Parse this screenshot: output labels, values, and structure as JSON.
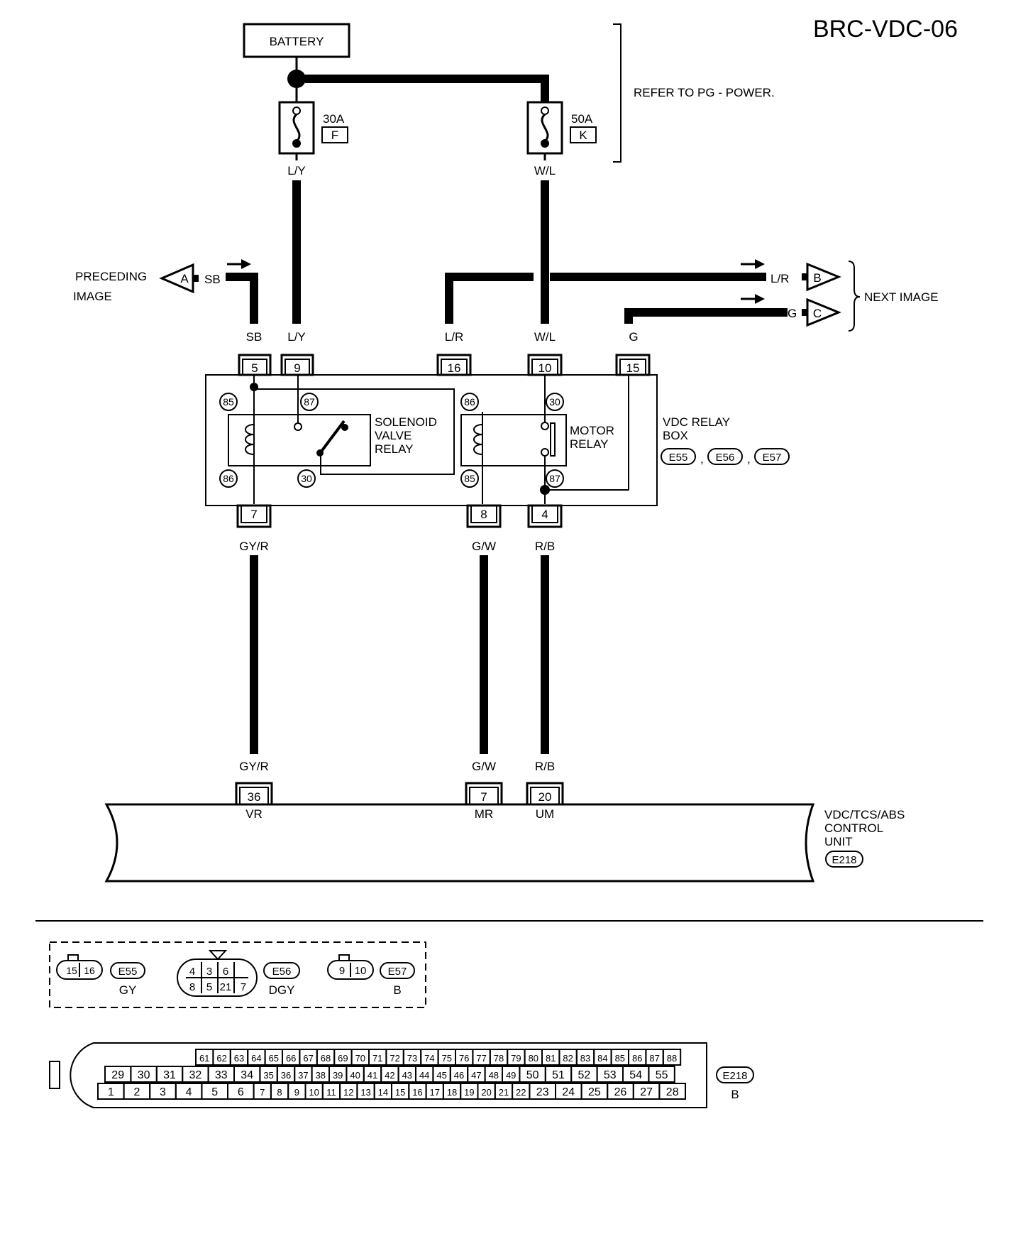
{
  "page_id": "BRC-VDC-06",
  "battery": {
    "label": "BATTERY"
  },
  "fuses": [
    {
      "rating": "30A",
      "letter": "F"
    },
    {
      "rating": "50A",
      "letter": "K"
    }
  ],
  "refer_note": "REFER TO  PG - POWER.",
  "preceding": {
    "text1": "PRECEDING",
    "text2": "IMAGE",
    "letter": "A",
    "wire": "SB"
  },
  "next": {
    "text": "NEXT IMAGE",
    "b_letter": "B",
    "b_wire": "L/R",
    "c_letter": "C",
    "c_wire": "G"
  },
  "relay_box": {
    "label1": "VDC RELAY",
    "label2": "BOX",
    "connectors": [
      "E55",
      "E56",
      "E57"
    ],
    "top_pins": [
      {
        "pin": "5",
        "wire": "SB"
      },
      {
        "pin": "9",
        "wire": "L/Y"
      },
      {
        "pin": "16",
        "wire": "L/R"
      },
      {
        "pin": "10",
        "wire": "W/L"
      },
      {
        "pin": "15",
        "wire": "G"
      }
    ],
    "bottom_pins": [
      {
        "pin": "7",
        "wire": "GY/R"
      },
      {
        "pin": "8",
        "wire": "G/W"
      },
      {
        "pin": "4",
        "wire": "R/B"
      }
    ],
    "solenoid_relay": {
      "l1": "SOLENOID",
      "l2": "VALVE",
      "l3": "RELAY",
      "t1": "85",
      "t2": "87",
      "t3": "86",
      "t4": "30"
    },
    "motor_relay": {
      "l1": "MOTOR",
      "l2": "RELAY",
      "t1": "86",
      "t2": "30",
      "t3": "85",
      "t4": "87"
    }
  },
  "control_unit": {
    "label1": "VDC/TCS/ABS",
    "label2": "CONTROL",
    "label3": "UNIT",
    "connector": "E218",
    "pins": [
      {
        "pin": "36",
        "wire": "GY/R",
        "name": "VR"
      },
      {
        "pin": "7",
        "wire": "G/W",
        "name": "MR"
      },
      {
        "pin": "20",
        "wire": "R/B",
        "name": "UM"
      }
    ]
  },
  "connector_views": {
    "e55": {
      "id": "E55",
      "color": "GY",
      "pins": [
        "15",
        "16"
      ]
    },
    "e56": {
      "id": "E56",
      "color": "DGY",
      "top": [
        "4",
        "3",
        "6"
      ],
      "bottom": [
        "8",
        "5",
        "21",
        "7"
      ]
    },
    "e57": {
      "id": "E57",
      "color": "B",
      "pins": [
        "9",
        "10"
      ]
    },
    "e218": {
      "id": "E218",
      "color": "B",
      "row1": [
        "61",
        "62",
        "63",
        "64",
        "65",
        "66",
        "67",
        "68",
        "69",
        "70",
        "71",
        "72",
        "73",
        "74",
        "75",
        "76",
        "77",
        "78",
        "79",
        "80",
        "81",
        "82",
        "83",
        "84",
        "85",
        "86",
        "87",
        "88"
      ],
      "row2": [
        "29",
        "30",
        "31",
        "32",
        "33",
        "34",
        "35",
        "36",
        "37",
        "38",
        "39",
        "40",
        "41",
        "42",
        "43",
        "44",
        "45",
        "46",
        "47",
        "48",
        "49",
        "50",
        "51",
        "52",
        "53",
        "54",
        "55"
      ],
      "row3": [
        "1",
        "2",
        "3",
        "4",
        "5",
        "6",
        "7",
        "8",
        "9",
        "10",
        "11",
        "12",
        "13",
        "14",
        "15",
        "16",
        "17",
        "18",
        "19",
        "20",
        "21",
        "22",
        "23",
        "24",
        "25",
        "26",
        "27",
        "28"
      ]
    }
  }
}
